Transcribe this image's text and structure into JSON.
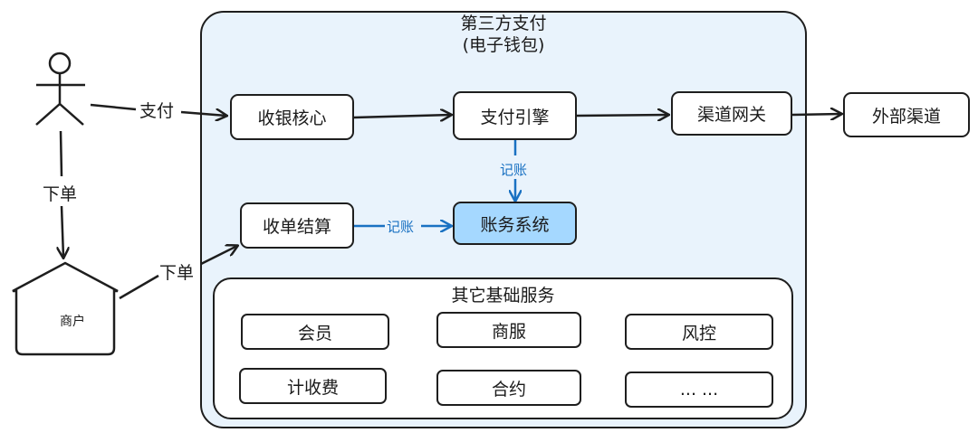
{
  "wallet": {
    "title_line1": "第三方支付",
    "title_line2": "(电子钱包)"
  },
  "actors": {
    "merchant": "商户"
  },
  "nodes": {
    "checkout_core": "收银核心",
    "payment_engine": "支付引擎",
    "channel_gateway": "渠道网关",
    "external_channel": "外部渠道",
    "settlement": "收单结算",
    "accounting": "账务系统"
  },
  "edges": {
    "pay": "支付",
    "order_left": "下单",
    "order_merchant": "下单",
    "bookkeep_down": "记账",
    "bookkeep_right": "记账"
  },
  "basic_services": {
    "title": "其它基础服务",
    "items": [
      "会员",
      "商服",
      "风控",
      "计收费",
      "合约",
      "... ..."
    ]
  },
  "colors": {
    "container_bg": "#e9f3fc",
    "highlight": "#a5d8ff",
    "edge_blue": "#1971c2"
  }
}
